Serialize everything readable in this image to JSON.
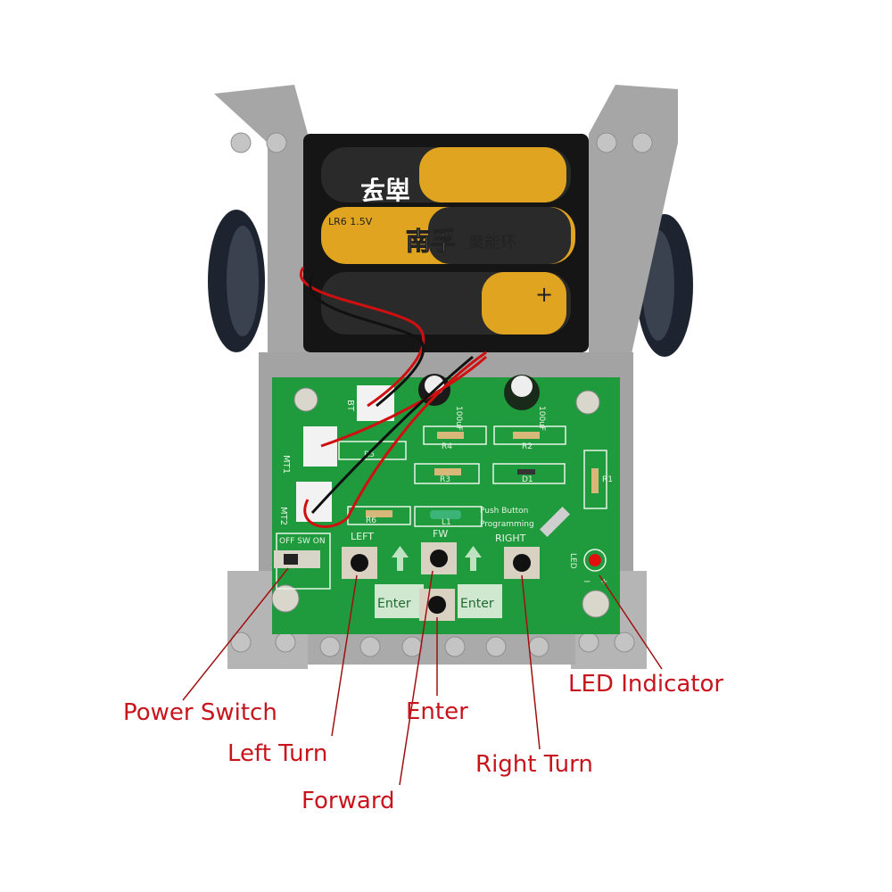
{
  "callouts": {
    "power_switch": "Power Switch",
    "left_turn": "Left Turn",
    "enter": "Enter",
    "forward": "Forward",
    "right_turn": "Right Turn",
    "led_indicator": "LED Indicator"
  },
  "pcb": {
    "switch_label": "OFF SW ON",
    "left": "LEFT",
    "fw": "FW",
    "right": "RIGHT",
    "enter_left": "Enter",
    "enter_right": "Enter",
    "led": "LED",
    "push_line1": "Push Button",
    "push_line2": "Programming",
    "bt": "BT",
    "mt1": "MT1",
    "mt2": "MT2",
    "r1": "R1",
    "r2": "R2",
    "r3": "R3",
    "r4": "R4",
    "r5": "R5",
    "r6": "R6",
    "d1": "D1",
    "l1": "L1",
    "cap1": "100uF",
    "cap2": "100uF",
    "minus": "−",
    "plus": "+"
  },
  "battery": {
    "brand": "南孚",
    "series": "聚能环",
    "spec": "LR6 1.5V",
    "plus": "+"
  },
  "colors": {
    "callout": "#c8141c",
    "pcb": "#1f9a3c",
    "frame": "#a9a9a9",
    "battery_gold": "#e0a420"
  }
}
